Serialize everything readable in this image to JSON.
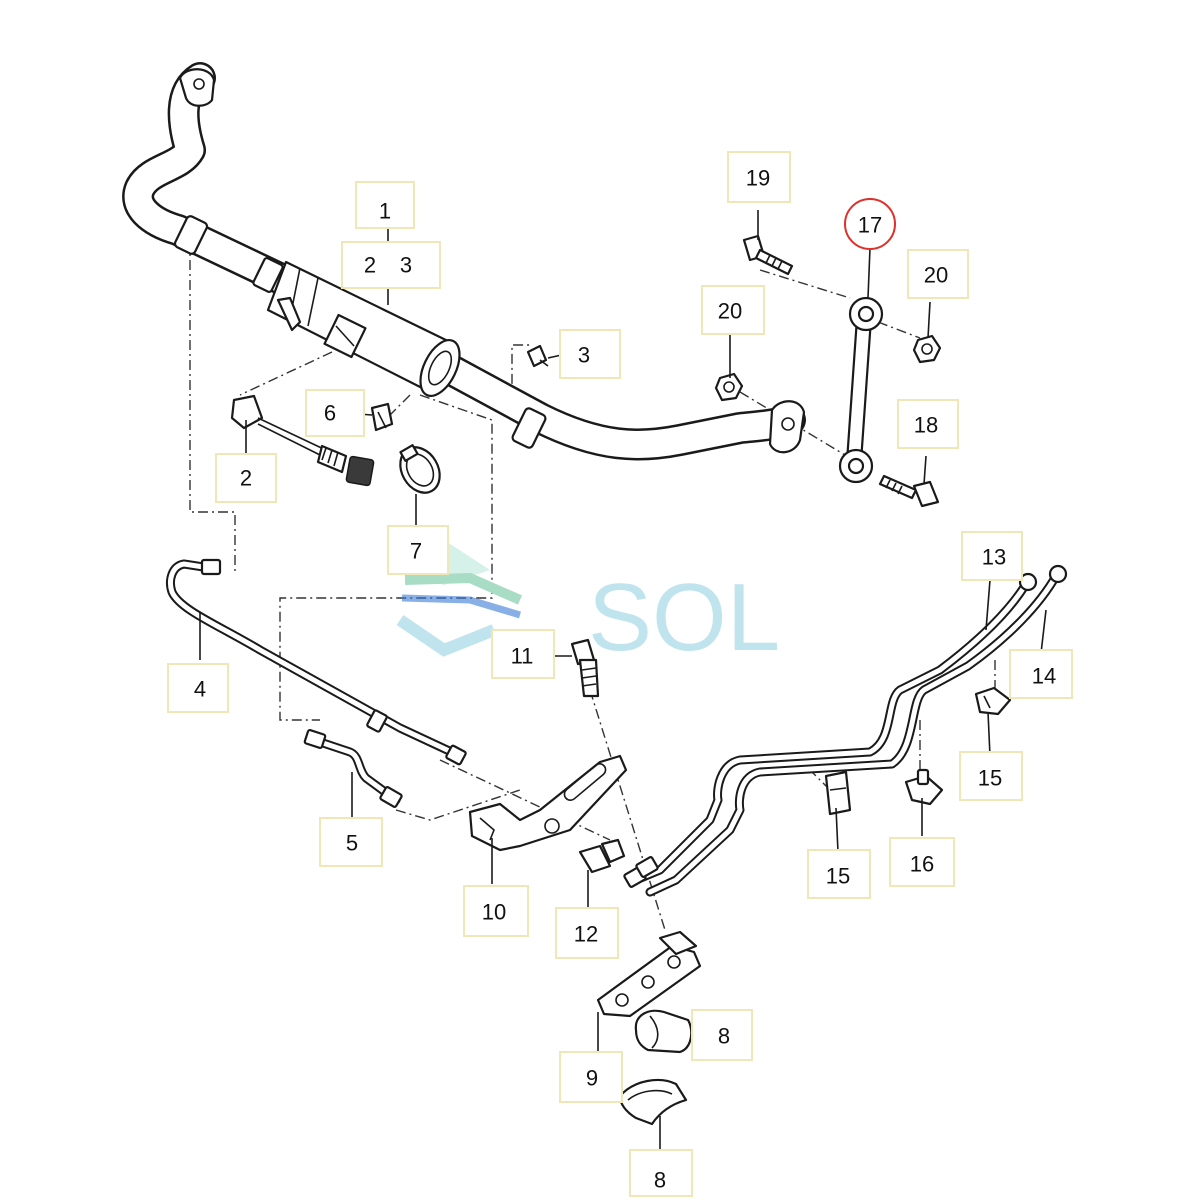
{
  "watermark": {
    "text": "SOL",
    "colors": [
      "#bfe4ee",
      "#a9dcc4",
      "#3b7bd6",
      "#d6f0ea"
    ]
  },
  "highlight_color": "#e0302a",
  "labels": {
    "l1": "1",
    "l1_sub_a": "2",
    "l1_sub_b": "3",
    "l2": "2",
    "l3": "3",
    "l4": "4",
    "l5": "5",
    "l6": "6",
    "l7": "7",
    "l8a": "8",
    "l8b": "8",
    "l9": "9",
    "l10": "10",
    "l11": "11",
    "l12": "12",
    "l13": "13",
    "l14": "14",
    "l15a": "15",
    "l15b": "15",
    "l16": "16",
    "l17": "17",
    "l18": "18",
    "l19": "19",
    "l20a": "20",
    "l20b": "20"
  }
}
